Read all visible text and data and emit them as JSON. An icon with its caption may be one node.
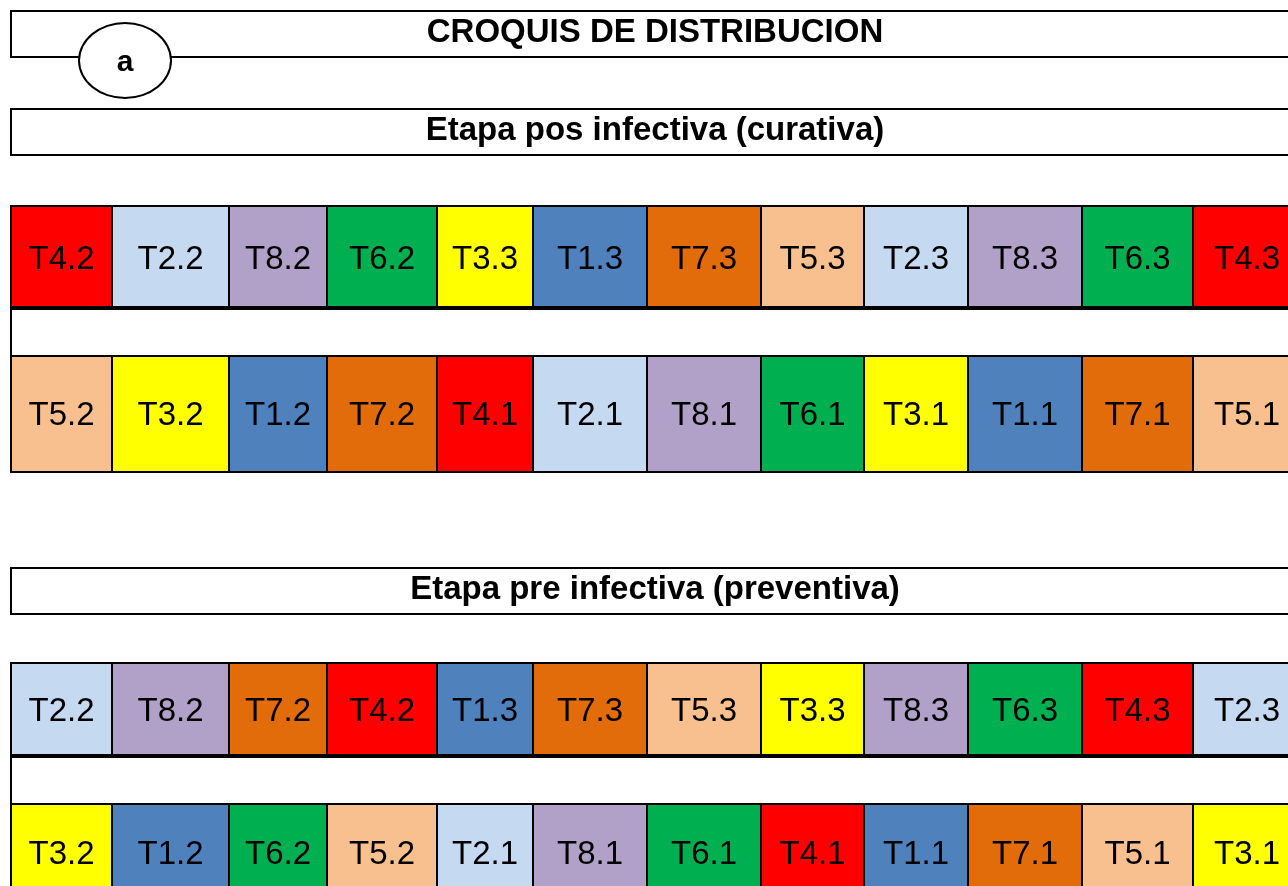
{
  "diagram": {
    "nodes": [
      {
        "text": [
          "CROQUIS DE DISTRIBUCION"
        ]
      },
      {
        "text": [
          "a"
        ]
      },
      {
        "text": [
          "Etapa pos infectiva (curativa)"
        ]
      },
      {
        "text": [
          "T4.2"
        ]
      },
      {
        "text": [
          "T2.2"
        ]
      },
      {
        "text": [
          "T8.2"
        ]
      },
      {
        "text": [
          "T6.2"
        ]
      },
      {
        "text": [
          "T3.3"
        ]
      },
      {
        "text": [
          "T1.3"
        ]
      },
      {
        "text": [
          "T7.3"
        ]
      },
      {
        "text": [
          "T5.3"
        ]
      },
      {
        "text": [
          "T2.3"
        ]
      },
      {
        "text": [
          "T8.3"
        ]
      },
      {
        "text": [
          "T6.3"
        ]
      },
      {
        "text": [
          "T4.3"
        ]
      },
      {
        "text": [],
        "shape": "bar"
      },
      {
        "text": [
          "T5.2"
        ]
      },
      {
        "text": [
          "T3.2"
        ]
      },
      {
        "text": [
          "T1.2"
        ]
      },
      {
        "text": [
          "T7.2"
        ]
      },
      {
        "text": [
          "T4.1"
        ]
      },
      {
        "text": [
          "T2.1"
        ]
      },
      {
        "text": [
          "T8.1"
        ]
      },
      {
        "text": [
          "T6.1"
        ]
      },
      {
        "text": [
          "T3.1"
        ]
      },
      {
        "text": [
          "T1.1"
        ]
      },
      {
        "text": [
          "T7.1"
        ]
      },
      {
        "text": [
          "T5.1"
        ]
      },
      {
        "text": [
          "Etapa pre infectiva (preventiva)"
        ]
      },
      {
        "text": [
          "T2.2"
        ]
      },
      {
        "text": [
          "T8.2"
        ]
      },
      {
        "text": [
          "T7.2"
        ]
      },
      {
        "text": [
          "T4.2"
        ]
      },
      {
        "text": [
          "T1.3"
        ]
      },
      {
        "text": [
          "T7.3"
        ]
      },
      {
        "text": [
          "T5.3"
        ]
      },
      {
        "text": [
          "T3.3"
        ]
      },
      {
        "text": [
          "T8.3"
        ]
      },
      {
        "text": [
          "T6.3"
        ]
      },
      {
        "text": [
          "T4.3"
        ]
      },
      {
        "text": [
          "T2.3"
        ]
      },
      {
        "text": [],
        "shape": "bar"
      },
      {
        "text": [
          "T3.2"
        ]
      },
      {
        "text": [
          "T1.2"
        ]
      },
      {
        "text": [
          "T6.2"
        ]
      },
      {
        "text": [
          "T5.2"
        ]
      },
      {
        "text": [
          "T2.1"
        ]
      },
      {
        "text": [
          "T8.1"
        ]
      },
      {
        "text": [
          "T6.1"
        ]
      },
      {
        "text": [
          "T4.1"
        ]
      },
      {
        "text": [
          "T1.1"
        ]
      },
      {
        "text": [
          "T7.1"
        ]
      },
      {
        "text": [
          "T5.1"
        ]
      },
      {
        "text": [
          "T3.1"
        ]
      }
    ]
  }
}
